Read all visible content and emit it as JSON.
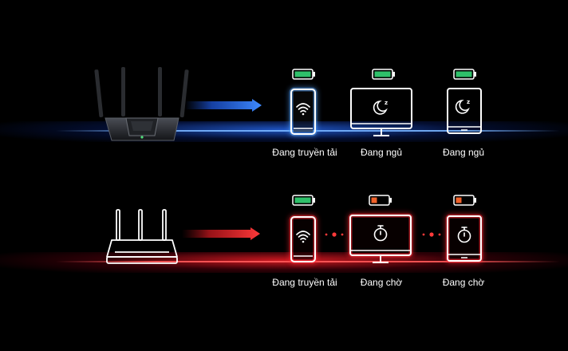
{
  "top_row": {
    "devices": [
      {
        "label": "Đang truyền tải",
        "battery": "green",
        "icon": "wifi-icon"
      },
      {
        "label": "Đang ngủ",
        "battery": "green",
        "icon": "moon-sleep-icon"
      },
      {
        "label": "Đang ngủ",
        "battery": "green",
        "icon": "moon-sleep-icon"
      }
    ]
  },
  "bottom_row": {
    "devices": [
      {
        "label": "Đang truyền tải",
        "battery": "green",
        "icon": "wifi-icon"
      },
      {
        "label": "Đang chờ",
        "battery": "orange",
        "icon": "stopwatch-icon"
      },
      {
        "label": "Đang chờ",
        "battery": "orange",
        "icon": "stopwatch-icon"
      }
    ]
  },
  "colors": {
    "battery_green": "#2fc06a",
    "battery_orange": "#f0622a",
    "glow_blue": "#3a8cff",
    "glow_red": "#ff2a35"
  }
}
